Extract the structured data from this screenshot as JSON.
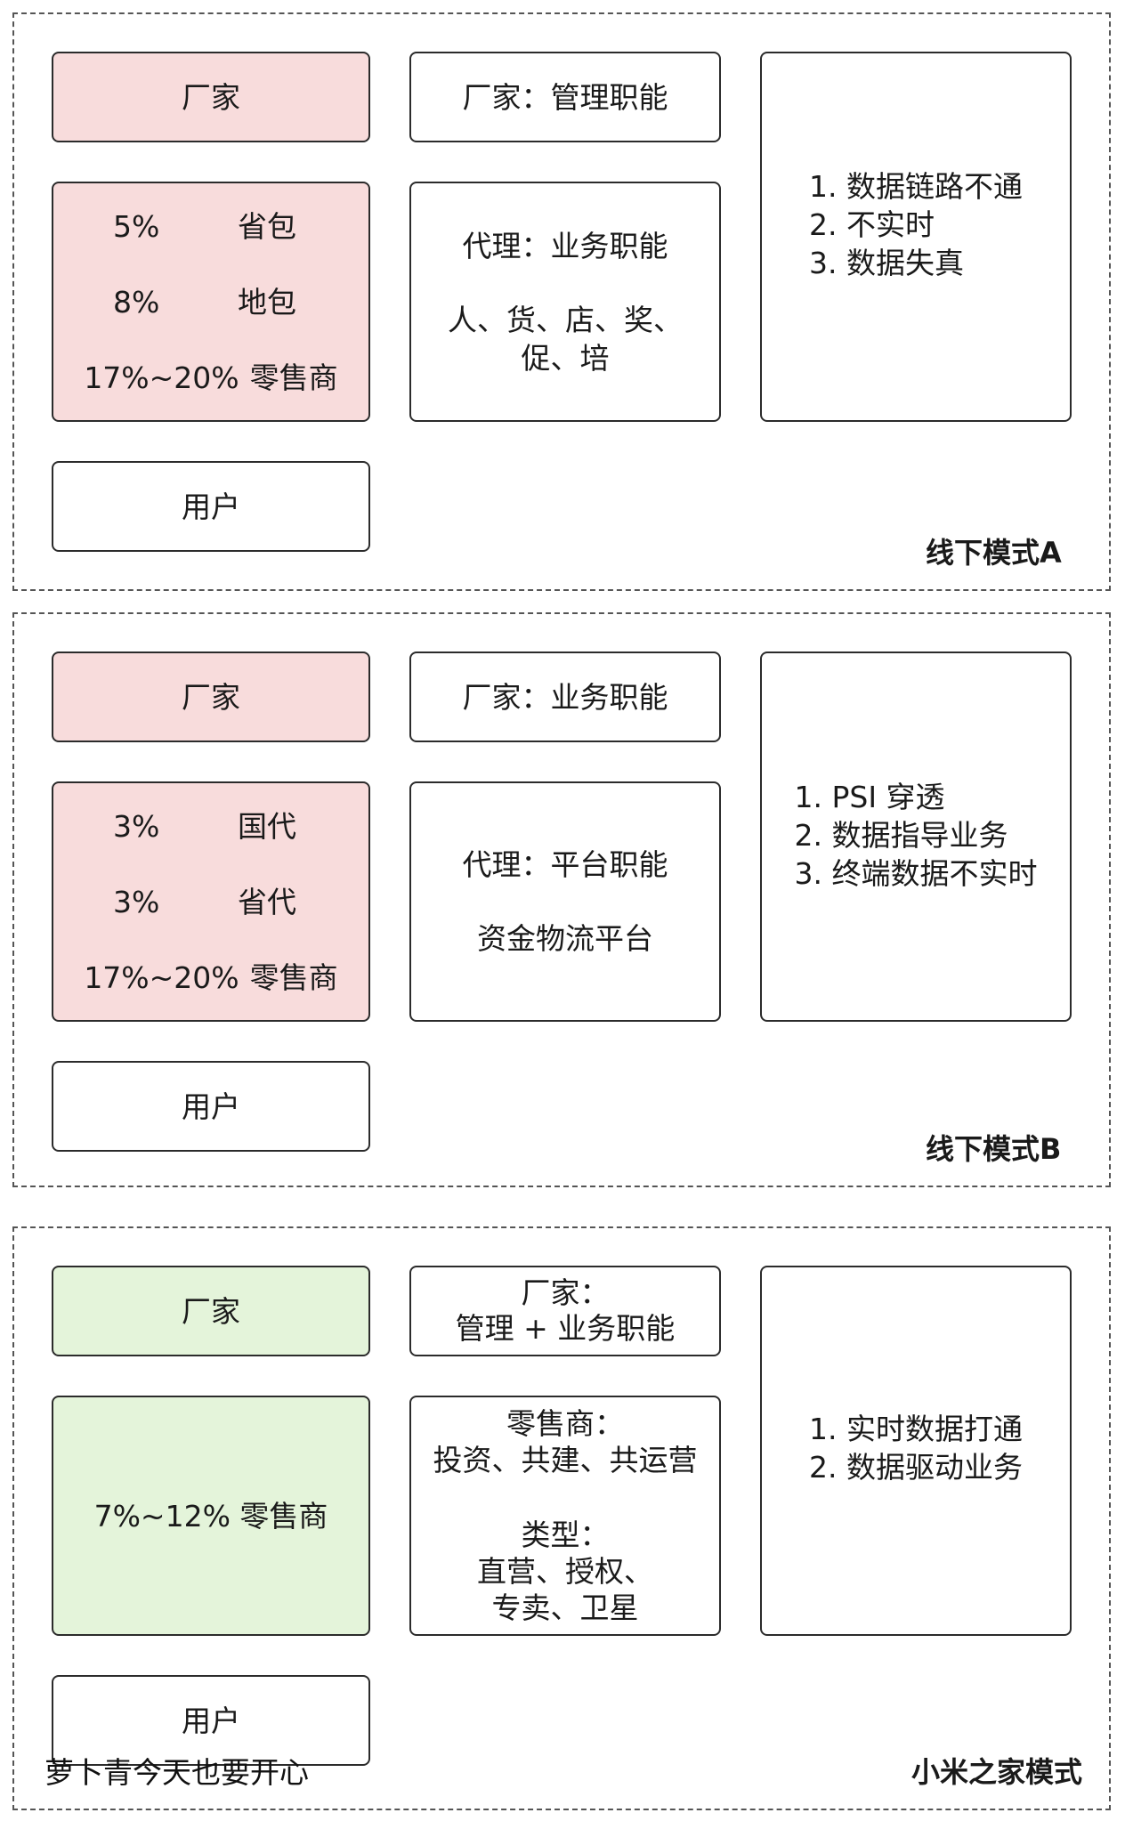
{
  "panelA": {
    "title": "线下模式A",
    "manufacturer": "厂家",
    "channel": [
      {
        "pct": "5%",
        "label": "省包"
      },
      {
        "pct": "8%",
        "label": "地包"
      },
      {
        "pct": "17%~20%",
        "label": "零售商"
      }
    ],
    "user": "用户",
    "role_top": "厂家：管理职能",
    "role_mid_title": "代理：业务职能",
    "role_mid_detail_1": "人、货、店、奖、",
    "role_mid_detail_2": "促、培",
    "points": [
      "1. 数据链路不通",
      "2. 不实时",
      "3. 数据失真"
    ]
  },
  "panelB": {
    "title": "线下模式B",
    "manufacturer": "厂家",
    "channel": [
      {
        "pct": "3%",
        "label": "国代"
      },
      {
        "pct": "3%",
        "label": "省代"
      },
      {
        "pct": "17%~20%",
        "label": "零售商"
      }
    ],
    "user": "用户",
    "role_top": "厂家：业务职能",
    "role_mid_title": "代理：平台职能",
    "role_mid_detail": "资金物流平台",
    "points": [
      "1. PSI 穿透",
      "2. 数据指导业务",
      "3. 终端数据不实时"
    ]
  },
  "panelC": {
    "title": "小米之家模式",
    "manufacturer": "厂家",
    "channel": "7%~12% 零售商",
    "user": "用户",
    "role_top_1": "厂家：",
    "role_top_2": "管理 + 业务职能",
    "role_mid_1": "零售商：",
    "role_mid_2": "投资、共建、共运营",
    "role_mid_3": "类型：",
    "role_mid_4": "直营、授权、",
    "role_mid_5": "专卖、卫星",
    "points": [
      "1. 实时数据打通",
      "2. 数据驱动业务"
    ]
  },
  "watermark": "萝卜青今天也要开心",
  "colors": {
    "pink": "#f8dcdc",
    "green": "#e4f4da",
    "border": "#2b2b2b"
  }
}
